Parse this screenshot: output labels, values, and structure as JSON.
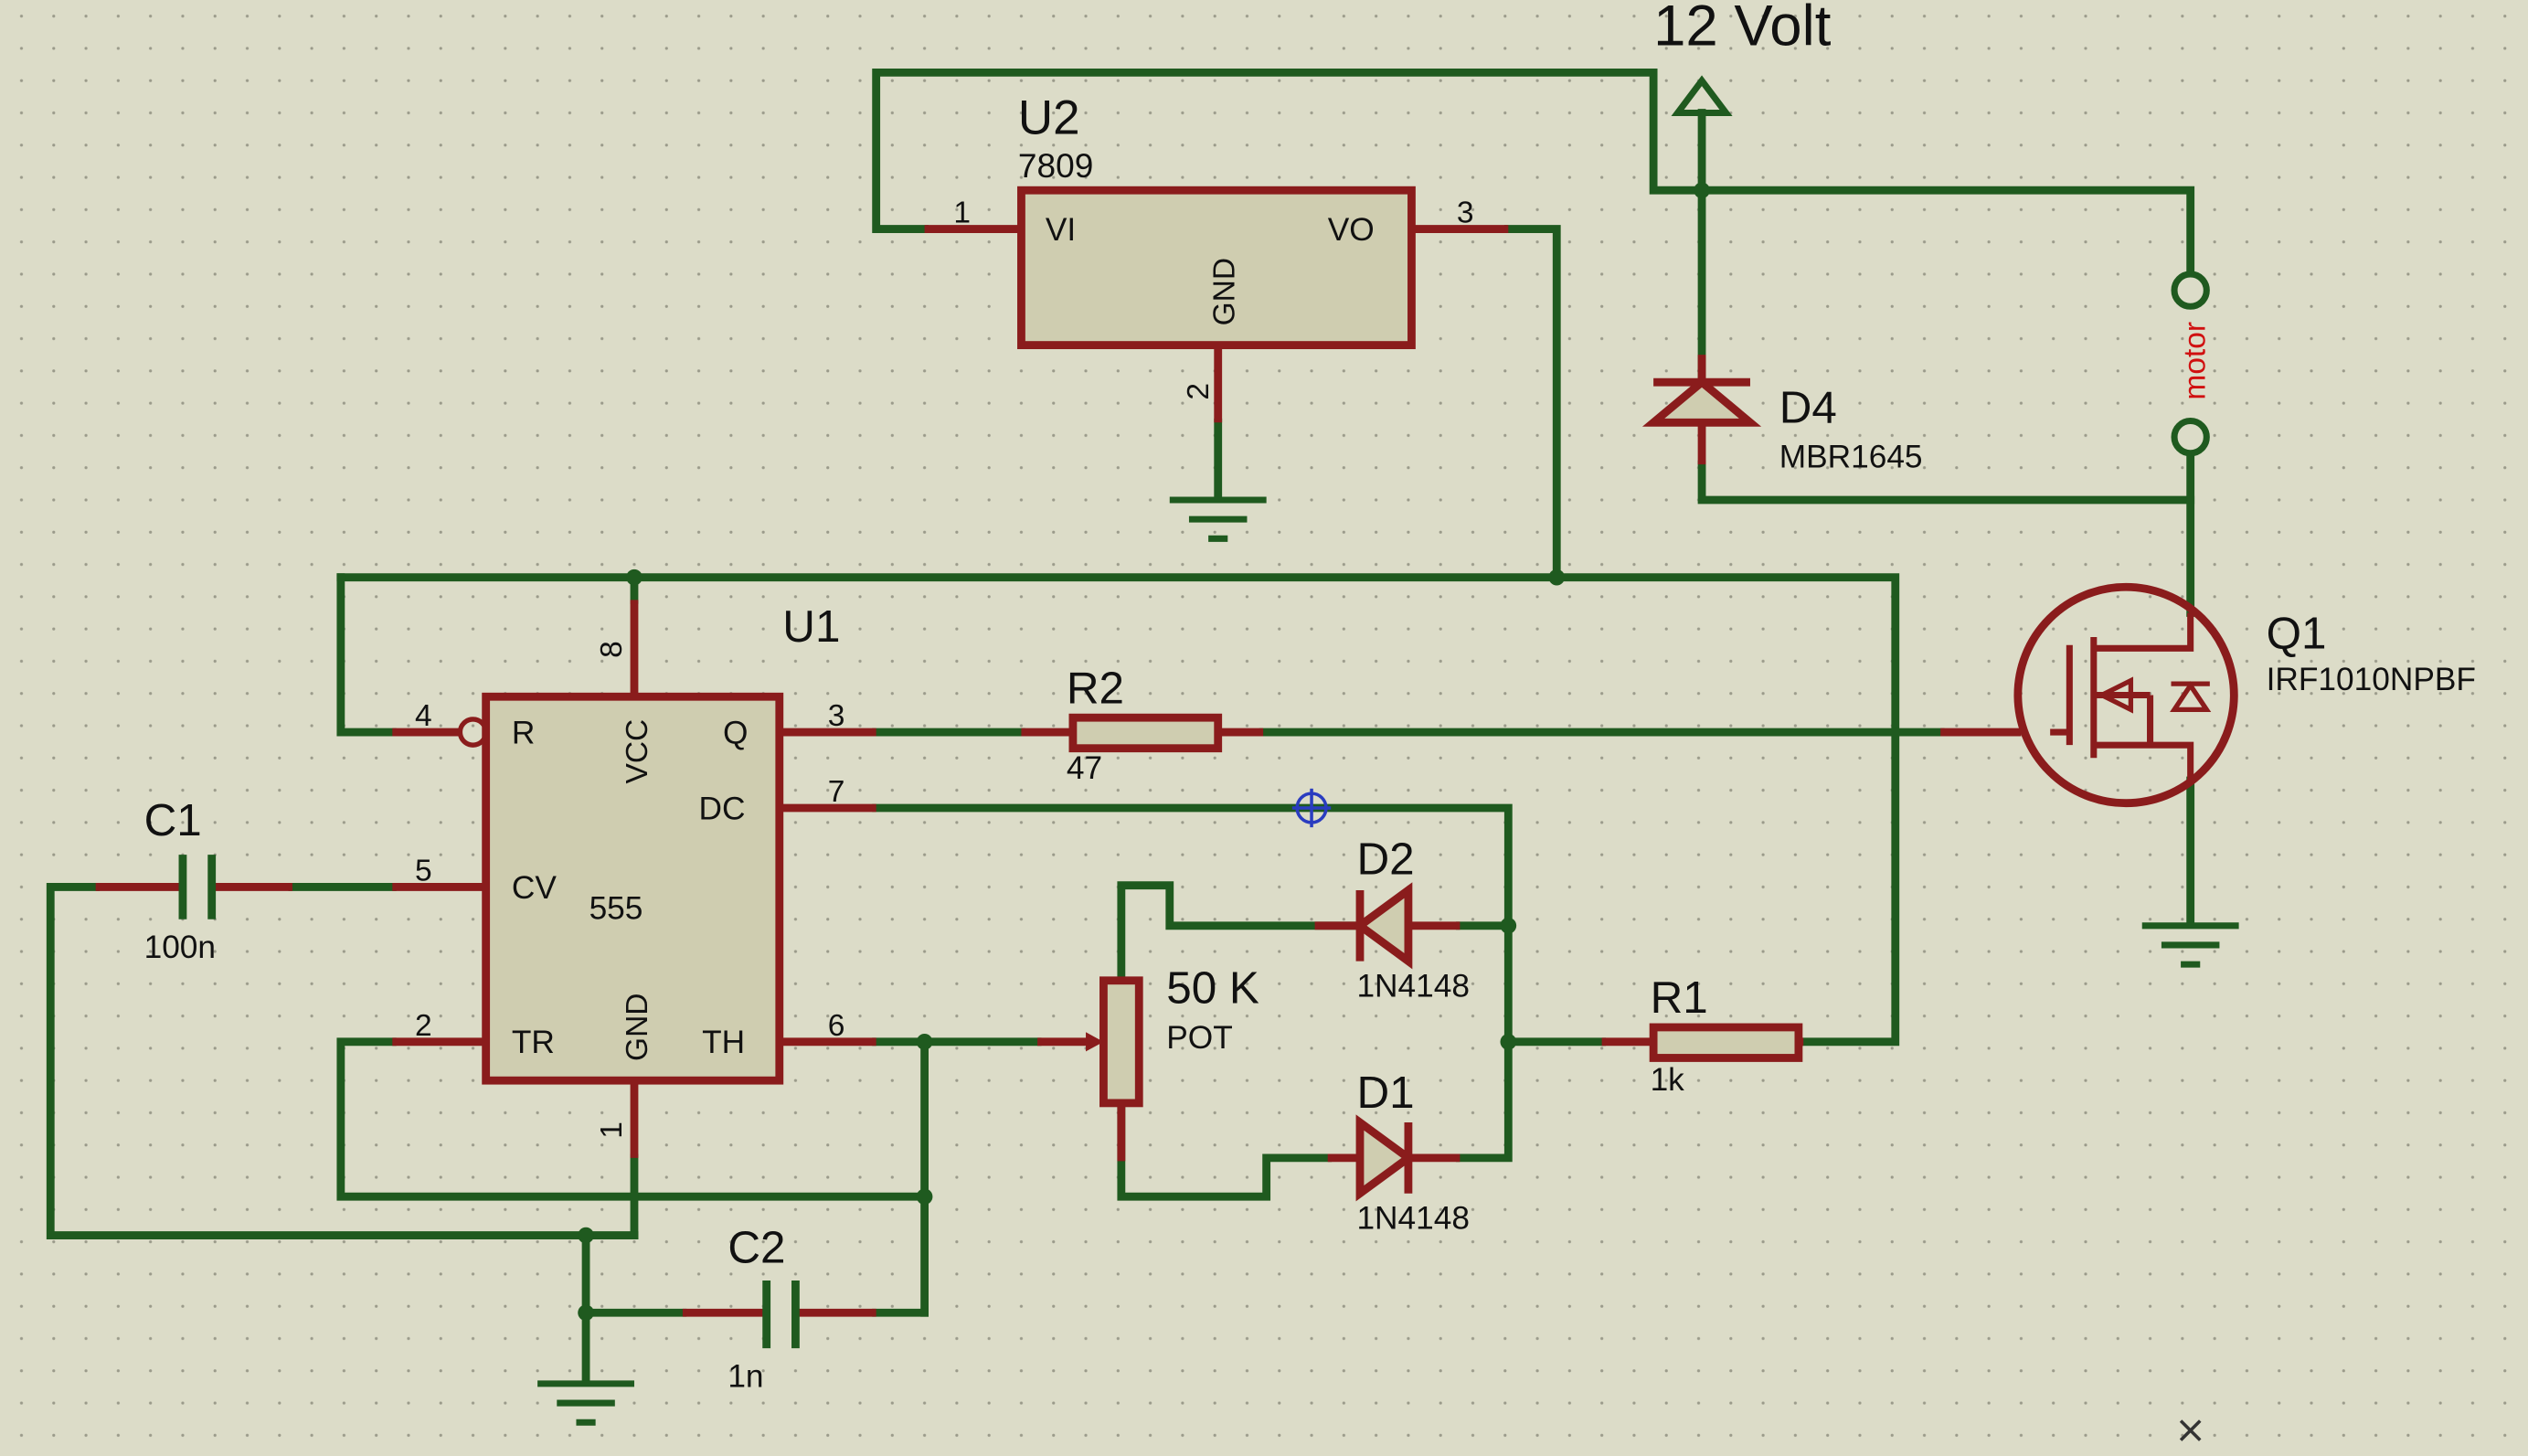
{
  "supply": {
    "label": "12 Volt"
  },
  "u2": {
    "ref": "U2",
    "value": "7809",
    "pin_vi": "VI",
    "pin_vo": "VO",
    "pin_gnd": "GND",
    "n1": "1",
    "n2": "2",
    "n3": "3"
  },
  "u1": {
    "ref": "U1",
    "type": "555",
    "pin_r": "R",
    "pin_vcc": "VCC",
    "pin_q": "Q",
    "pin_dc": "DC",
    "pin_cv": "CV",
    "pin_tr": "TR",
    "pin_gnd": "GND",
    "pin_th": "TH",
    "n4": "4",
    "n8": "8",
    "n3": "3",
    "n7": "7",
    "n5": "5",
    "n2": "2",
    "n6": "6",
    "n1": "1"
  },
  "r2": {
    "ref": "R2",
    "value": "47"
  },
  "r1": {
    "ref": "R1",
    "value": "1k"
  },
  "c1": {
    "ref": "C1",
    "value": "100n"
  },
  "c2": {
    "ref": "C2",
    "value": "1n"
  },
  "pot": {
    "ref": "50 K",
    "value": "POT"
  },
  "d1": {
    "ref": "D1",
    "value": "1N4148"
  },
  "d2": {
    "ref": "D2",
    "value": "1N4148"
  },
  "d4": {
    "ref": "D4",
    "value": "MBR1645"
  },
  "q1": {
    "ref": "Q1",
    "value": "IRF1010NPBF"
  },
  "motor": {
    "label": "motor",
    "color": "#d01010"
  },
  "colors": {
    "wire": "#1f5a1f",
    "component": "#8a1c1c",
    "body_fill": "#cfcdb0",
    "background": "#dcdcc8"
  }
}
